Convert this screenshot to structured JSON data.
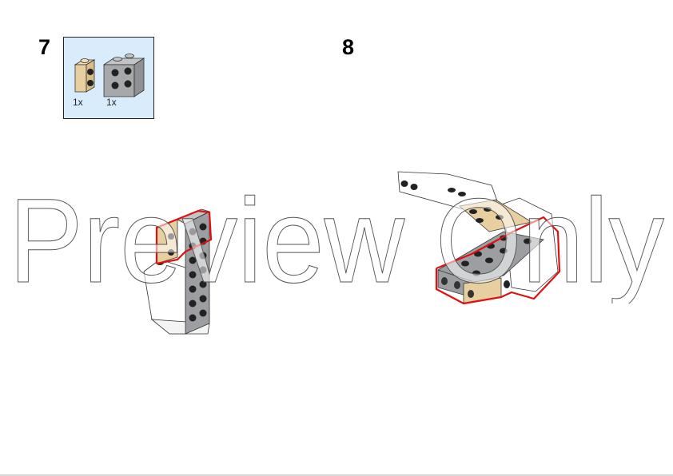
{
  "page": {
    "background": "#ffffff"
  },
  "steps": [
    {
      "number": "7",
      "parts_list": [
        {
          "name": "tan-brick-1x1-side-studs",
          "color": "#e8cfa0",
          "quantity": "1x"
        },
        {
          "name": "grey-brick-1x2-side-studs",
          "color": "#a6a8aa",
          "quantity": "1x"
        }
      ]
    },
    {
      "number": "8"
    }
  ],
  "highlight_color": "#e01010",
  "watermark": {
    "text": "Preview Only"
  }
}
